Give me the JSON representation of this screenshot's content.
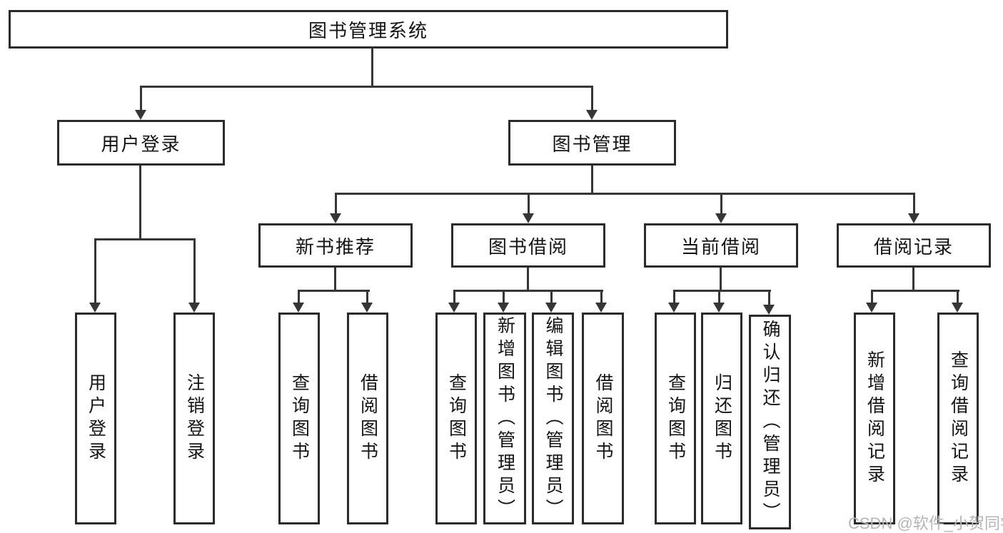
{
  "diagram": {
    "type": "org-tree",
    "title": "图书管理系统",
    "tree": {
      "label": "图书管理系统",
      "children": [
        {
          "label": "用户登录",
          "children": [
            {
              "label": "用户登录"
            },
            {
              "label": "注销登录"
            }
          ]
        },
        {
          "label": "图书管理",
          "children": [
            {
              "label": "新书推荐",
              "children": [
                {
                  "label": "查询图书"
                },
                {
                  "label": "借阅图书"
                }
              ]
            },
            {
              "label": "图书借阅",
              "children": [
                {
                  "label": "查询图书"
                },
                {
                  "label": "新增图书（管理员）"
                },
                {
                  "label": "编辑图书（管理员）"
                },
                {
                  "label": "借阅图书"
                }
              ]
            },
            {
              "label": "当前借阅",
              "children": [
                {
                  "label": "查询图书"
                },
                {
                  "label": "归还图书"
                },
                {
                  "label": "确认归还（管理员）"
                }
              ]
            },
            {
              "label": "借阅记录",
              "children": [
                {
                  "label": "新增借阅记录"
                },
                {
                  "label": "查询借阅记录"
                }
              ]
            }
          ]
        }
      ]
    }
  },
  "watermark": {
    "text": "CSDN @软件_小贺同学"
  },
  "colors": {
    "line": "#363636",
    "border": "#2b2b2b",
    "text": "#141414",
    "background": "#ffffff",
    "watermark": "#b5b5b5"
  }
}
